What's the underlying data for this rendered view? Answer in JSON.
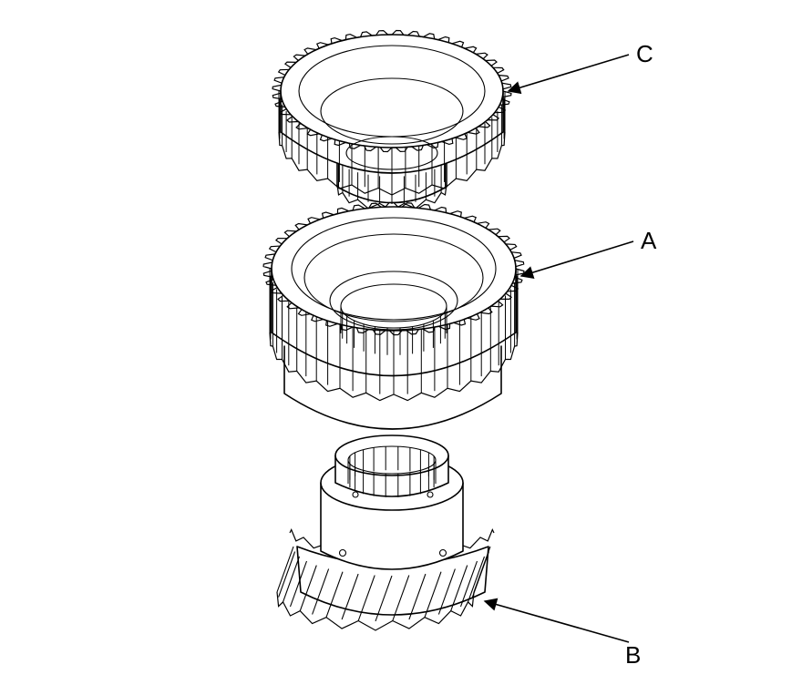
{
  "callouts": [
    {
      "id": "C",
      "label": "C"
    },
    {
      "id": "A",
      "label": "A"
    },
    {
      "id": "B",
      "label": "B"
    }
  ],
  "colors": {
    "ink": "#000000",
    "paper": "#ffffff"
  }
}
